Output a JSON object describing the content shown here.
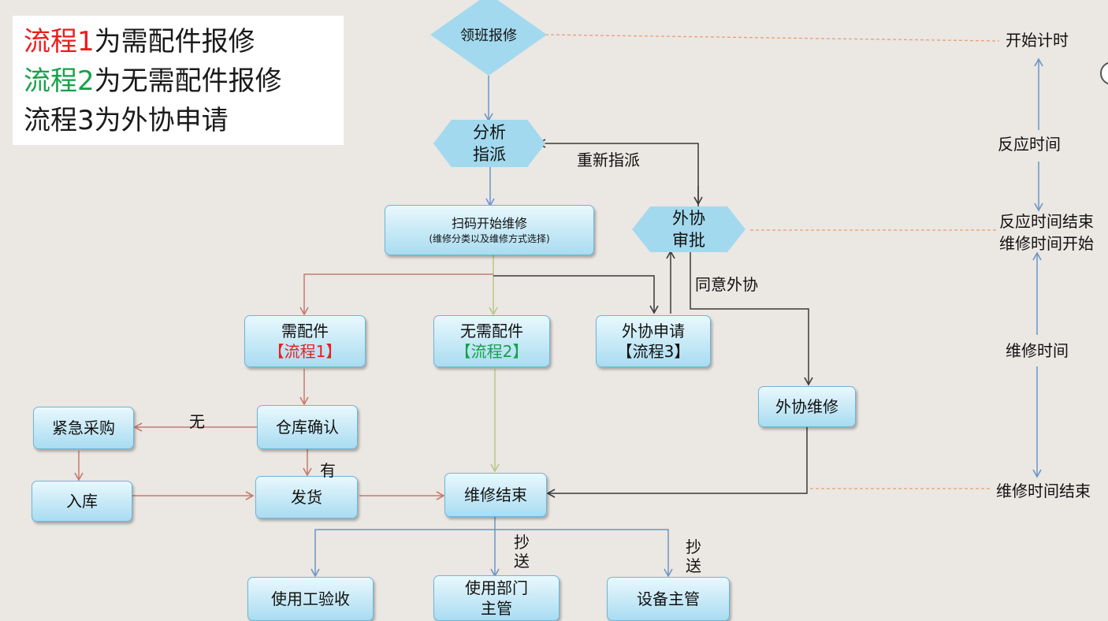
{
  "legend": {
    "line1_prefix": "流程1",
    "line1_suffix": "为需配件报修",
    "line2_prefix": "流程2",
    "line2_suffix": "为无需配件报修",
    "line3": "流程3为外协申请"
  },
  "nodes": {
    "start": "领班报修",
    "analyze_line1": "分析",
    "analyze_line2": "指派",
    "scan_title": "扫码开始维修",
    "scan_sub": "(维修分类以及维修方式选择)",
    "outsource_approve_line1": "外协",
    "outsource_approve_line2": "审批",
    "need_parts": "需配件",
    "need_parts_flow": "【流程1】",
    "no_parts": "无需配件",
    "no_parts_flow": "【流程2】",
    "outsource_apply": "外协申请",
    "outsource_apply_flow": "【流程3】",
    "urgent_purchase": "紧急采购",
    "warehouse_confirm": "仓库确认",
    "outsource_repair": "外协维修",
    "stock_in": "入库",
    "ship": "发货",
    "repair_end": "维修结束",
    "user_accept": "使用工验收",
    "dept_line1": "使用部门",
    "dept_line2": "主管",
    "equip_manager": "设备主管"
  },
  "labels": {
    "reassign": "重新指派",
    "agree_outsource": "同意外协",
    "none": "无",
    "have": "有",
    "cc1_a": "抄",
    "cc1_b": "送",
    "cc2_a": "抄",
    "cc2_b": "送"
  },
  "timeline": {
    "start_timing": "开始计时",
    "response_time": "反应时间",
    "response_end": "反应时间结束",
    "repair_start": "维修时间开始",
    "repair_time": "维修时间",
    "repair_end": "维修时间结束"
  },
  "colors": {
    "blue_line": "#6a97c4",
    "red_line": "#c57b6e",
    "dark_line": "#3a3a3a",
    "green_line": "#b8c985",
    "orange_dashed": "#e8a070"
  }
}
